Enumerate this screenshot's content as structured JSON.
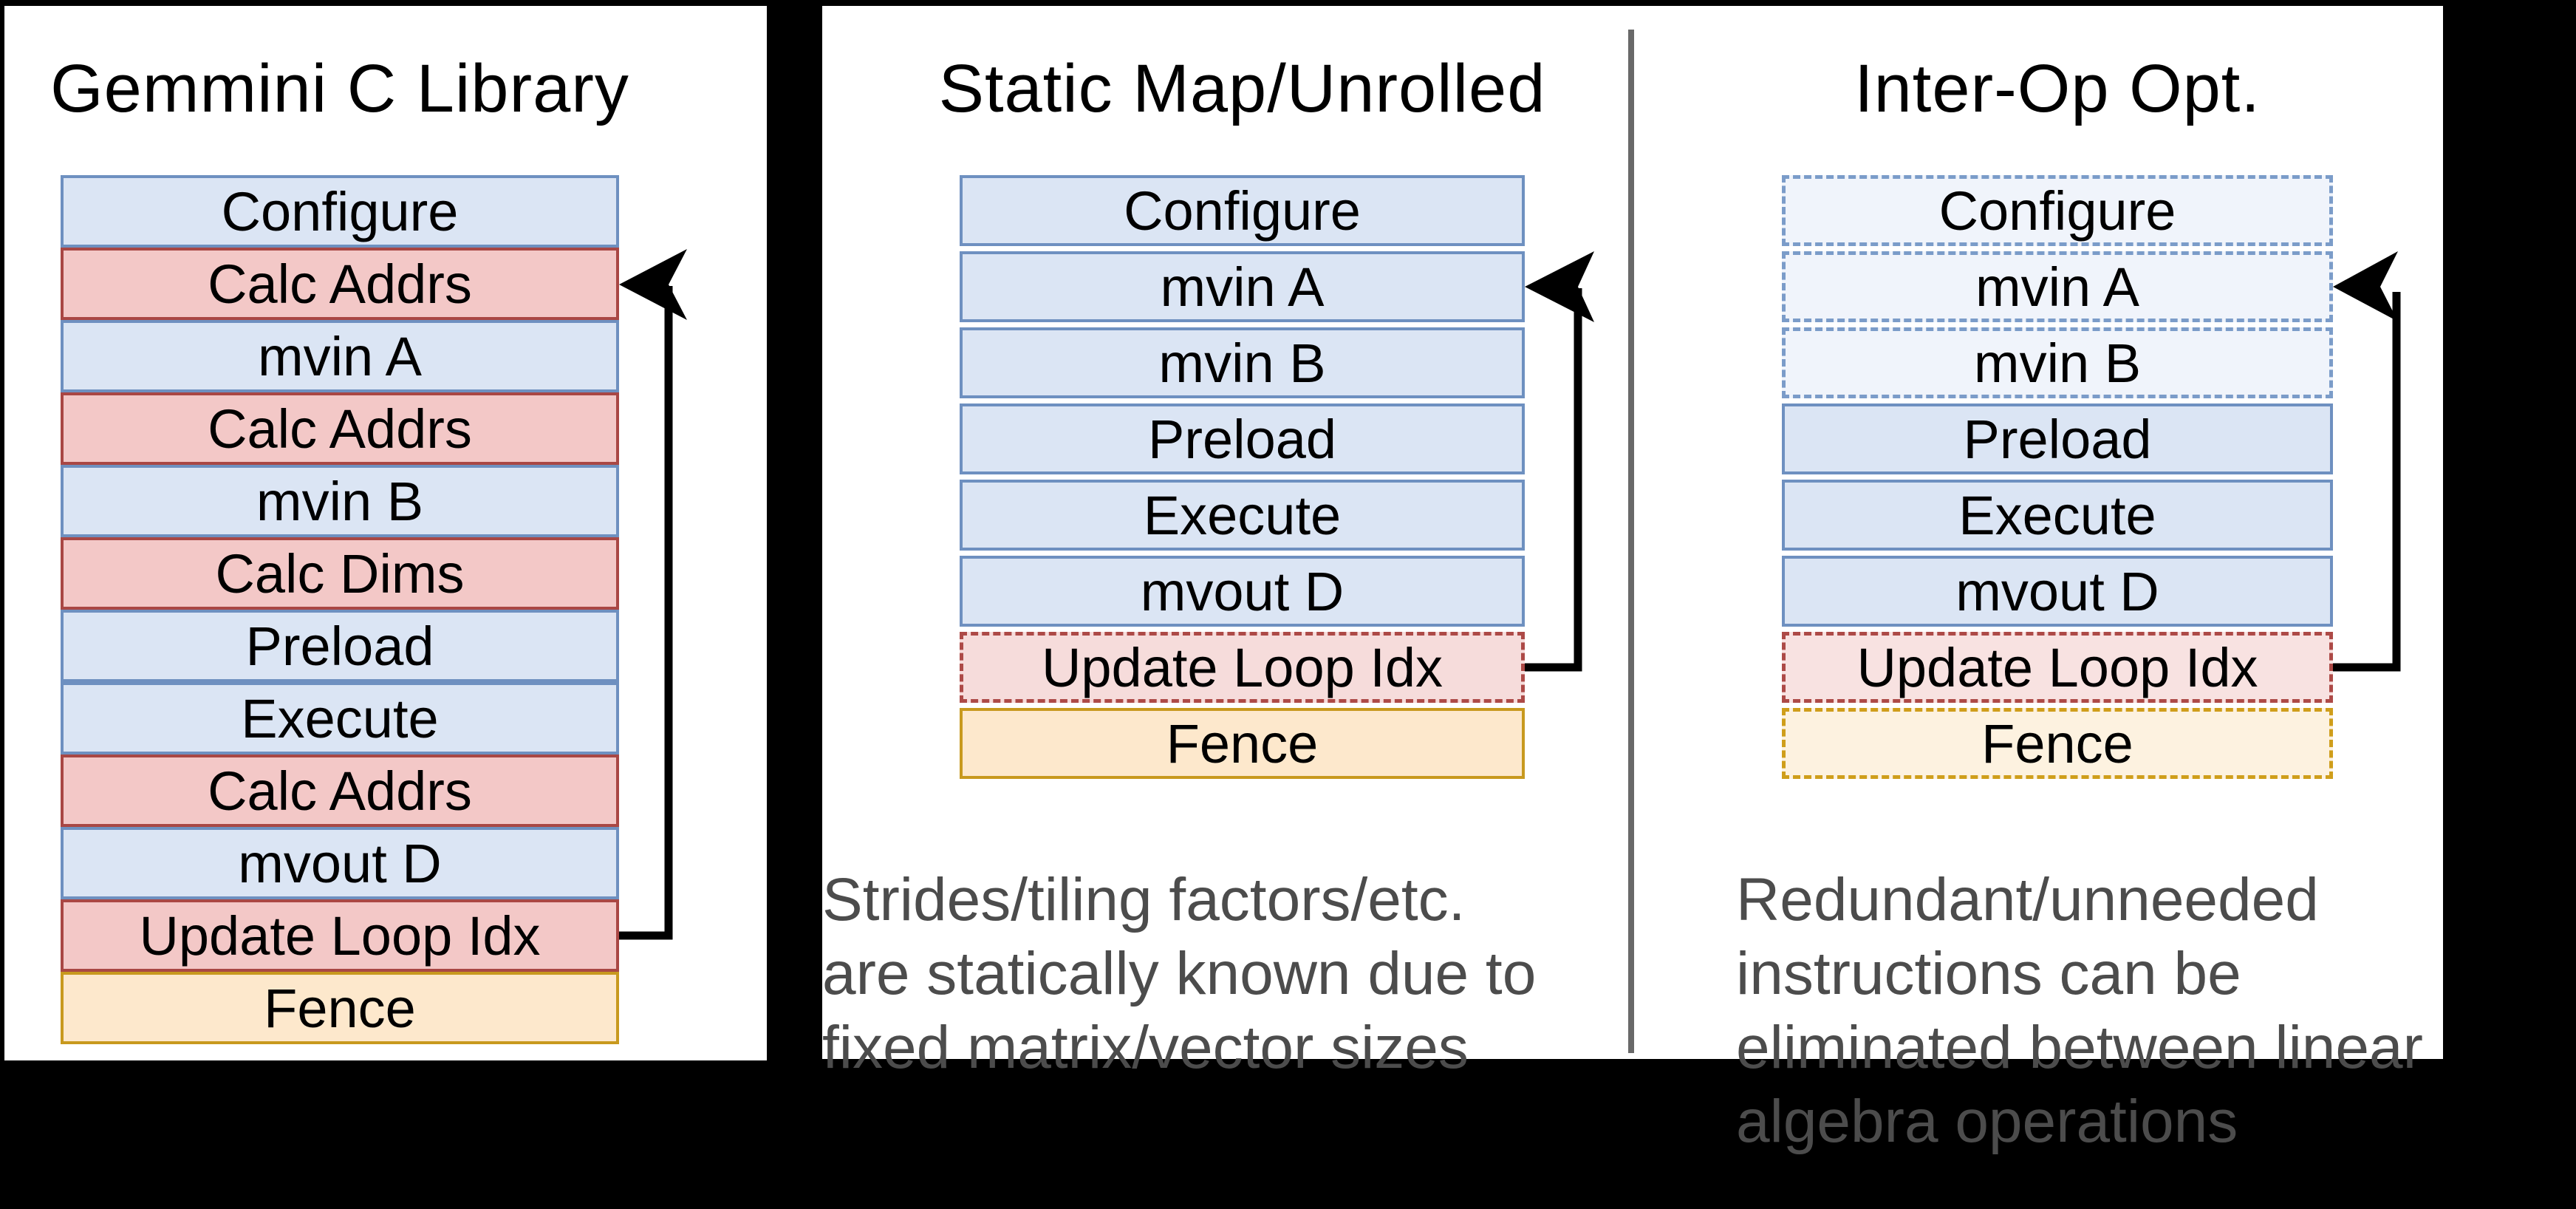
{
  "panels": [
    {
      "id": "gemmini-c-library",
      "title": "Gemmini C Library",
      "boxes": [
        {
          "label": "Configure",
          "style": "blue"
        },
        {
          "label": "Calc Addrs",
          "style": "red"
        },
        {
          "label": "mvin A",
          "style": "blue"
        },
        {
          "label": "Calc Addrs",
          "style": "red"
        },
        {
          "label": "mvin B",
          "style": "blue"
        },
        {
          "label": "Calc Dims",
          "style": "red"
        },
        {
          "label": "Preload",
          "style": "blue"
        },
        {
          "label": "Execute",
          "style": "blue"
        },
        {
          "label": "Calc Addrs",
          "style": "red"
        },
        {
          "label": "mvout D",
          "style": "blue"
        },
        {
          "label": "Update Loop Idx",
          "style": "red"
        },
        {
          "label": "Fence",
          "style": "orange"
        }
      ],
      "caption": ""
    },
    {
      "id": "static-map-unrolled",
      "title": "Static Map/Unrolled",
      "boxes": [
        {
          "label": "Configure",
          "style": "blue"
        },
        {
          "label": "mvin A",
          "style": "blue"
        },
        {
          "label": "mvin B",
          "style": "blue"
        },
        {
          "label": "Preload",
          "style": "blue"
        },
        {
          "label": "Execute",
          "style": "blue"
        },
        {
          "label": "mvout D",
          "style": "blue"
        },
        {
          "label": "Update Loop Idx",
          "style": "red-dashed"
        },
        {
          "label": "Fence",
          "style": "orange"
        }
      ],
      "caption": "Strides/tiling factors/etc.\nare statically known due to\nfixed matrix/vector sizes"
    },
    {
      "id": "inter-op-opt",
      "title": "Inter-Op Opt.",
      "boxes": [
        {
          "label": "Configure",
          "style": "blue-faded"
        },
        {
          "label": "mvin A",
          "style": "blue-faded"
        },
        {
          "label": "mvin B",
          "style": "blue-faded"
        },
        {
          "label": "Preload",
          "style": "blue"
        },
        {
          "label": "Execute",
          "style": "blue"
        },
        {
          "label": "mvout D",
          "style": "blue"
        },
        {
          "label": "Update Loop Idx",
          "style": "red-dashed-faded"
        },
        {
          "label": "Fence",
          "style": "orange-dashed"
        }
      ],
      "caption": "Redundant/unneeded\ninstructions can be\neliminated between linear\nalgebra operations"
    }
  ],
  "colors": {
    "background": "#000000",
    "panel": "#ffffff",
    "divider": "#696969",
    "blue_fill": "#dbe5f4",
    "blue_border": "#6e90c0",
    "red_fill": "#f3c8c7",
    "red_border": "#a94744",
    "orange_fill": "#fde8cc",
    "orange_border": "#c8991e",
    "faded_blue_fill": "#f0f4fb",
    "caption_text": "#4c4c4c",
    "arrow": "#000000"
  }
}
